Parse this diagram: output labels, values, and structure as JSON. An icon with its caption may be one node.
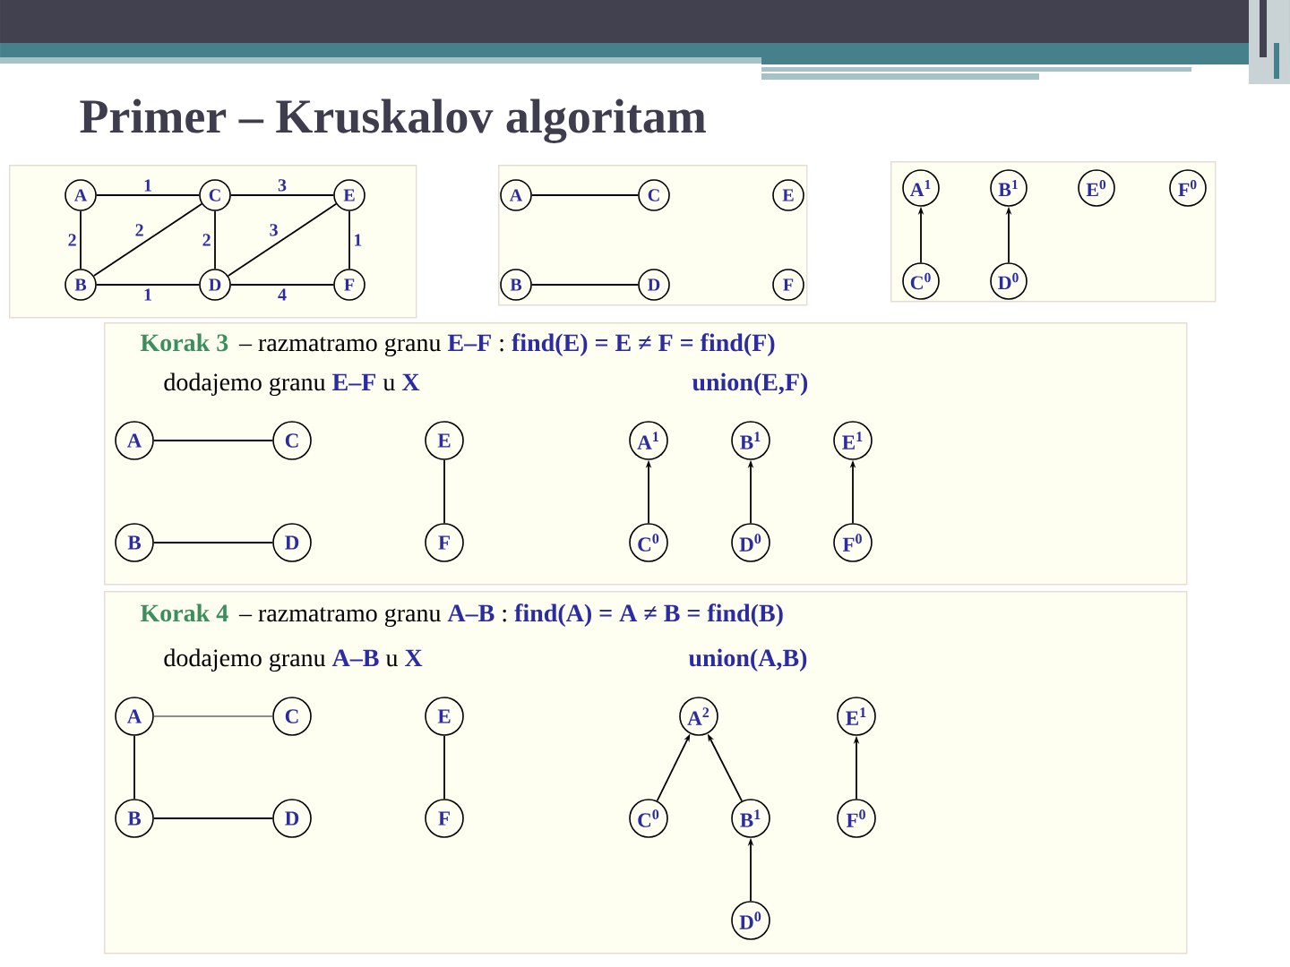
{
  "diagram": {
    "title": "Primer – Kruskalov algoritam",
    "nodes": [
      {
        "text": [],
        "shape": "box"
      },
      {
        "text": [
          "A"
        ],
        "in": 0
      },
      {
        "text": [
          "C"
        ],
        "in": 0
      },
      {
        "text": [
          "E"
        ],
        "in": 0
      },
      {
        "text": [
          "B"
        ],
        "in": 0
      },
      {
        "text": [
          "D"
        ],
        "in": 0
      },
      {
        "text": [
          "F"
        ],
        "in": 0
      },
      {
        "text": [],
        "shape": "box"
      },
      {
        "text": [
          "A"
        ],
        "in": 7
      },
      {
        "text": [
          "C"
        ],
        "in": 7
      },
      {
        "text": [
          "E"
        ],
        "in": 7
      },
      {
        "text": [
          "B"
        ],
        "in": 7
      },
      {
        "text": [
          "D"
        ],
        "in": 7
      },
      {
        "text": [
          "F"
        ],
        "in": 7
      },
      {
        "text": [],
        "shape": "box"
      },
      {
        "text": [
          "A$^{1}$"
        ],
        "in": 14
      },
      {
        "text": [
          "B$^{1}$"
        ],
        "in": 14
      },
      {
        "text": [
          "E$^{0}$"
        ],
        "in": 14
      },
      {
        "text": [
          "F$^{0}$"
        ],
        "in": 14
      },
      {
        "text": [
          "C$^{0}$"
        ],
        "in": 14
      },
      {
        "text": [
          "D$^{0}$"
        ],
        "in": 14
      },
      {
        "text": [
          "Korak 3",
          "– razmatramo granu **E–F** : **find(E) = E ≠ F = find(F)**",
          "dodajemo granu **E–F** u **X**",
          "union(E,F)"
        ]
      },
      {
        "text": [
          "A"
        ],
        "in": 21
      },
      {
        "text": [
          "C"
        ],
        "in": 21
      },
      {
        "text": [
          "E"
        ],
        "in": 21
      },
      {
        "text": [
          "A$^{1}$"
        ],
        "in": 21
      },
      {
        "text": [
          "B$^{1}$"
        ],
        "in": 21
      },
      {
        "text": [
          "E$^{1}$"
        ],
        "in": 21
      },
      {
        "text": [
          "B"
        ],
        "in": 21
      },
      {
        "text": [
          "D"
        ],
        "in": 21
      },
      {
        "text": [
          "F"
        ],
        "in": 21
      },
      {
        "text": [
          "C$^{0}$"
        ],
        "in": 21
      },
      {
        "text": [
          "D$^{0}$"
        ],
        "in": 21
      },
      {
        "text": [
          "F$^{0}$"
        ],
        "in": 21
      },
      {
        "text": [
          "Korak 4",
          "– razmatramo granu **A–B** : **find(A) = A ≠ B = find(B)**",
          "dodajemo granu **A–B** u **X**",
          "union(A,B)"
        ]
      },
      {
        "text": [
          "A"
        ],
        "in": 34
      },
      {
        "text": [
          "C"
        ],
        "in": 34
      },
      {
        "text": [
          "E"
        ],
        "in": 34
      },
      {
        "text": [
          "A$^{2}$"
        ],
        "in": 34
      },
      {
        "text": [
          "E$^{1}$"
        ],
        "in": 34
      },
      {
        "text": [
          "B"
        ],
        "in": 34
      },
      {
        "text": [
          "D"
        ],
        "in": 34
      },
      {
        "text": [
          "F"
        ],
        "in": 34
      },
      {
        "text": [
          "C$^{0}$"
        ],
        "in": 34
      },
      {
        "text": [
          "B$^{1}$"
        ],
        "in": 34
      },
      {
        "text": [
          "F$^{0}$"
        ],
        "in": 34
      },
      {
        "text": [
          "D$^{0}$"
        ],
        "in": 34
      }
    ],
    "edges": [
      {
        "from": 1,
        "to": 2,
        "arrow": "none",
        "label": "1"
      },
      {
        "from": 2,
        "to": 3,
        "arrow": "none",
        "label": "3"
      },
      {
        "from": 1,
        "to": 4,
        "arrow": "none",
        "label": "2"
      },
      {
        "from": 4,
        "to": 2,
        "arrow": "none",
        "label": "2"
      },
      {
        "from": 2,
        "to": 5,
        "arrow": "none",
        "label": "2"
      },
      {
        "from": 5,
        "to": 3,
        "arrow": "none",
        "label": "3"
      },
      {
        "from": 3,
        "to": 6,
        "arrow": "none",
        "label": "1"
      },
      {
        "from": 4,
        "to": 5,
        "arrow": "none",
        "label": "1"
      },
      {
        "from": 5,
        "to": 6,
        "arrow": "none",
        "label": "4"
      },
      {
        "from": 8,
        "to": 9,
        "arrow": "none"
      },
      {
        "from": 11,
        "to": 12,
        "arrow": "none"
      },
      {
        "from": 19,
        "to": 15,
        "arrow": "to"
      },
      {
        "from": 20,
        "to": 16,
        "arrow": "to"
      },
      {
        "from": 22,
        "to": 23,
        "arrow": "none"
      },
      {
        "from": 28,
        "to": 29,
        "arrow": "none"
      },
      {
        "from": 24,
        "to": 30,
        "arrow": "none"
      },
      {
        "from": 31,
        "to": 25,
        "arrow": "to"
      },
      {
        "from": 32,
        "to": 26,
        "arrow": "to"
      },
      {
        "from": 33,
        "to": 27,
        "arrow": "to"
      },
      {
        "from": 35,
        "to": 36,
        "arrow": "none",
        "color": "#8c8c8c"
      },
      {
        "from": 35,
        "to": 40,
        "arrow": "none"
      },
      {
        "from": 40,
        "to": 41,
        "arrow": "none"
      },
      {
        "from": 37,
        "to": 42,
        "arrow": "none"
      },
      {
        "from": 43,
        "to": 38,
        "arrow": "to"
      },
      {
        "from": 44,
        "to": 38,
        "arrow": "to"
      },
      {
        "from": 46,
        "to": 44,
        "arrow": "to"
      },
      {
        "from": 45,
        "to": 39,
        "arrow": "to"
      }
    ]
  }
}
